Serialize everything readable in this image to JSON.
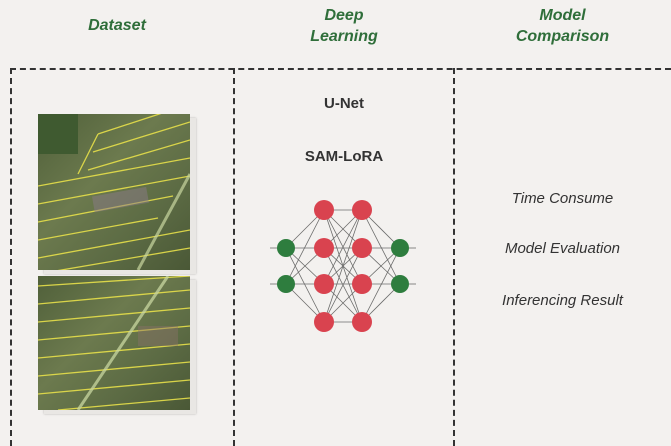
{
  "columns": {
    "dataset": {
      "header": [
        "Dataset"
      ]
    },
    "deep_learning": {
      "header": [
        "Deep",
        "Learning"
      ],
      "models": [
        "U-Net",
        "SAM-LoRA"
      ]
    },
    "model_comparison": {
      "header": [
        "Model",
        "Comparison"
      ],
      "metrics": [
        "Time Consume",
        "Model Evaluation",
        "Inferencing Result"
      ]
    }
  },
  "colors": {
    "header_text": "#2f6e3a",
    "input_output_node": "#2e7d3e",
    "hidden_node": "#d9434f",
    "field_outline": "#e7e04a"
  }
}
